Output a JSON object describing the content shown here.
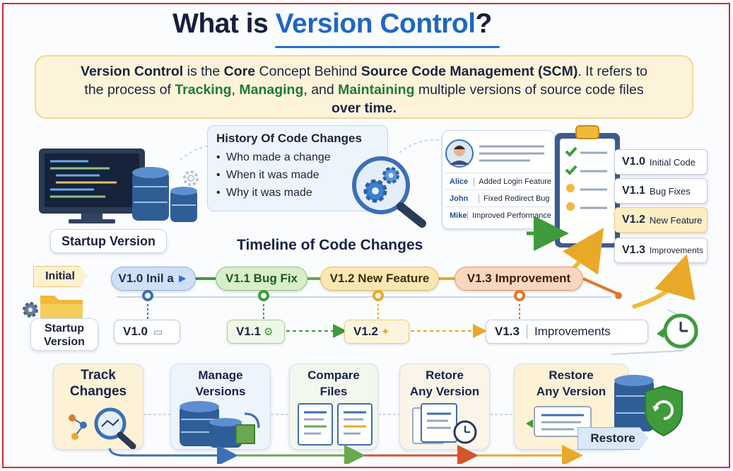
{
  "title": {
    "prefix": "What is ",
    "highlight": "Version Control",
    "suffix": "?"
  },
  "definition": {
    "t1": "Version Control",
    "t2": " is the ",
    "t3": "Core",
    "t4": " Concept Behind ",
    "t5": "Source Code Management (SCM)",
    "t6": ". It refers to",
    "t7": "the process of ",
    "t8": "Tracking",
    "t9": ", ",
    "t10": "Managing",
    "t11": ", and ",
    "t12": "Maintaining",
    "t13": " multiple versions of source code files",
    "t14": "over time."
  },
  "startup_label": "Startup Version",
  "history": {
    "title": "History Of Code Changes",
    "items": [
      "Who made a change",
      "When it was made",
      "Why it was made"
    ]
  },
  "commit_log": [
    {
      "author": "Alice",
      "message": "Added Login Feature"
    },
    {
      "author": "John",
      "message": "Fixed Redirect Bug"
    },
    {
      "author": "Mike",
      "message": "Improved Performance"
    }
  ],
  "version_cards": [
    {
      "version": "V1.0",
      "desc": "Initial Code",
      "color": "#ffffff"
    },
    {
      "version": "V1.1",
      "desc": "Bug Fixes",
      "color": "#ffffff"
    },
    {
      "version": "V1.2",
      "desc": "New Feature",
      "color": "#fbeec5"
    },
    {
      "version": "V1.3",
      "desc": "Improvements",
      "color": "#ffffff"
    }
  ],
  "timeline": {
    "title": "Timeline of Code Changes",
    "initial_tag": "Initial",
    "folder_label": "Startup Version",
    "pills": [
      {
        "label": "V1.0 Inil a",
        "color": "#cfe0f6"
      },
      {
        "label": "V1.1 Bug Fix",
        "color": "#d7eecb"
      },
      {
        "label": "V1.2 New Feature",
        "color": "#fbe6b4"
      },
      {
        "label": "V1.3 Improvement",
        "color": "#f9d6bd"
      }
    ],
    "boxes": [
      {
        "label": "V1.0"
      },
      {
        "label": "V1.1"
      },
      {
        "label": "V1.2"
      },
      {
        "label": "V1.3",
        "desc": "Improvements"
      }
    ]
  },
  "steps": [
    {
      "label": "Track Changes",
      "lines": [
        "Track",
        "Changes"
      ]
    },
    {
      "label": "Manage Versions",
      "lines": [
        "Manage",
        "Versions"
      ]
    },
    {
      "label": "Compare Files",
      "lines": [
        "Compare",
        "Files"
      ]
    },
    {
      "label": "Retore Any Version",
      "lines": [
        "Retore",
        "Any Version"
      ]
    },
    {
      "label": "Restore Any Version",
      "lines": [
        "Restore",
        "Any Version"
      ]
    }
  ],
  "restore_label": "Restore",
  "colors": {
    "accent_blue": "#1f67c2",
    "frame_red": "#d42b2b",
    "green": "#3f9a3c",
    "yellow": "#e9a928",
    "orange": "#e0772b"
  },
  "icons": [
    "monitor-icon",
    "database-icon",
    "gear-icon",
    "magnifier-icon",
    "avatar-icon",
    "clipboard-icon",
    "clock-icon",
    "folder-icon",
    "shield-refresh-icon",
    "lightbulb-icon",
    "document-icon"
  ]
}
